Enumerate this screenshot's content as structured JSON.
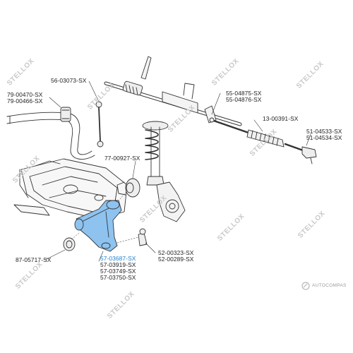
{
  "labels": {
    "l_56_03073": "56-03073-SX",
    "l_79_00470": "79-00470-SX",
    "l_79_00466": "79-00466-SX",
    "l_55_04875": "55-04875-SX",
    "l_55_04876": "55-04876-SX",
    "l_13_00391": "13-00391-SX",
    "l_51_04533": "51-04533-SX",
    "l_51_04534": "51-04534-SX",
    "l_77_00927": "77-00927-SX",
    "l_52_00323": "52-00323-SX",
    "l_52_00289": "52-00289-SX",
    "l_87_05717": "87-05717-SX",
    "l_57_03687": "57-03687-SX",
    "l_57_03919": "57-03919-SX",
    "l_57_03749": "57-03749-SX",
    "l_57_03750": "57-03750-SX"
  },
  "watermark": "STELLOX",
  "logo_text": "AUTOCOMPAS",
  "colors": {
    "highlight_part": "#8ec3f0",
    "highlight_label": "#1e7fd0",
    "line_art": "#333333",
    "watermark": "#c9c9c9"
  }
}
